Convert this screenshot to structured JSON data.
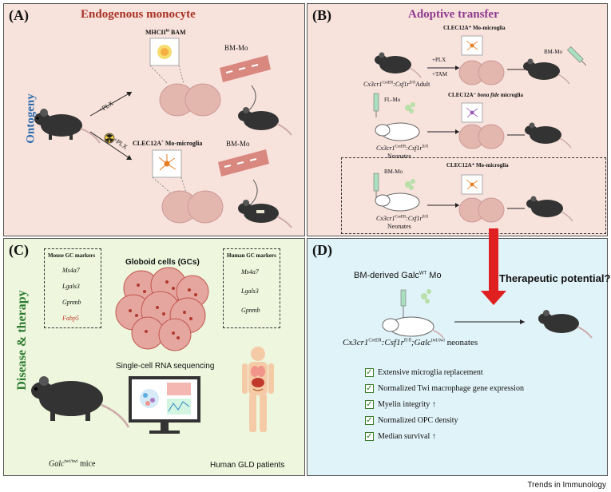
{
  "panelA": {
    "label": "(A)",
    "title": "Endogenous monocyte",
    "side_label": "Ontogeny",
    "bam_label": "MHCII",
    "bam_sup": "hi",
    "bam_suffix": " BAM",
    "bmmo_top": "BM-Mo",
    "plx_top": "+PLX",
    "plx_bottom": "+PLX",
    "microglia_label": "CLEC12A",
    "microglia_sup": "+",
    "microglia_suffix": " Mo-microglia",
    "bmmo_bottom": "BM-Mo"
  },
  "panelB": {
    "label": "(B)",
    "title": "Adoptive transfer",
    "row1_title": "CLEC12A⁺ Mo-microglia",
    "row1_plx": "+PLX",
    "row1_tam": "+TAM",
    "row1_bmmo": "BM-Mo",
    "row1_gene_a": "Cx3cr1",
    "row1_sup_a": "CreER",
    "row1_gene_b": ":Csf1r",
    "row1_sup_b": "fl/fl",
    "row1_adult": "Adult",
    "row2_title_a": "CLEC12A⁻ ",
    "row2_title_b": "bona fide",
    "row2_title_c": " microglia",
    "row2_flmo": "FL-Mo",
    "row2_gene_a": "Cx3cr1",
    "row2_sup_a": "CreER",
    "row2_gene_b": ":Csf1r",
    "row2_sup_b": "fl/fl",
    "row2_neonates": "Neonates",
    "row3_title": "CLEC12A⁺ Mo-microglia",
    "row3_bmmo": "BM-Mo",
    "row3_gene_a": "Cx3cr1",
    "row3_sup_a": "CreER",
    "row3_gene_b": ":Csf1r",
    "row3_sup_b": "fl/fl",
    "row3_neonates": "Neonates"
  },
  "panelC": {
    "label": "(C)",
    "side_label": "Disease &  therapy",
    "mouse_markers_title": "Mouse GC markers",
    "mouse_markers": [
      "Ms4a7",
      "Lgals3",
      "Gpnmb",
      "Fabp5"
    ],
    "mouse_marker_highlight_color": "#c0392b",
    "globoid_title": "Globoid cells (GCs)",
    "human_markers_title": "Human GC markers",
    "human_markers": [
      "Ms4a7",
      "Lgals3",
      "Gpnmb"
    ],
    "scrna_label": "Single-cell RNA sequencing",
    "mice_gene": "Galc",
    "mice_sup": "twi/twi",
    "mice_suffix": " mice",
    "patients_label": "Human GLD patients"
  },
  "panelD": {
    "label": "(D)",
    "donor_a": "BM-derived Galc",
    "donor_sup": "WT",
    "donor_b": " Mo",
    "question": "Therapeutic potential?",
    "recipient_a": "Cx3cr1",
    "recipient_sup_a": "CreER",
    "recipient_b": ":Csf1r",
    "recipient_sup_b": "fl/fl",
    "recipient_c": ";Galc",
    "recipient_sup_c": "twi/twi",
    "recipient_d": " neonates",
    "outcomes": [
      {
        "text": "Extensive microglia replacement",
        "arrow": ""
      },
      {
        "text": "Normalized Twi macrophage gene expression",
        "arrow": ""
      },
      {
        "text": "Myelin integrity",
        "arrow": "↑"
      },
      {
        "text": "Normalized OPC density",
        "arrow": ""
      },
      {
        "text": "Median survival",
        "arrow": "↑"
      }
    ]
  },
  "colors": {
    "titleA": "#a93226",
    "titleB": "#8e3a8f",
    "ontogeny": "#2e6db0",
    "disease": "#2e7d32",
    "bigArrow": "#e02020",
    "check": "#2e7d22"
  },
  "credit": "Trends in Immunology"
}
